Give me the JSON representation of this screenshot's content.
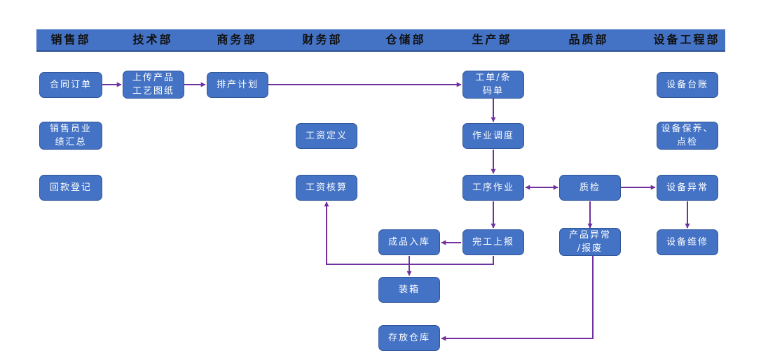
{
  "departments": {
    "sales": "销售部",
    "tech": "技术部",
    "business": "商务部",
    "finance": "财务部",
    "warehouse": "仓储部",
    "production": "生产部",
    "quality": "品质部",
    "equipment": "设备工程部"
  },
  "nodes": {
    "contract_order": "合同订单",
    "upload_drawings": "上传产品\n工艺图纸",
    "production_plan": "排产计划",
    "work_order": "工单/条\n码单",
    "sales_summary": "销售员业\n绩汇总",
    "payment_record": "回款登记",
    "wage_definition": "工资定义",
    "wage_calc": "工资核算",
    "dispatch": "作业调度",
    "process_work": "工序作业",
    "quality_check": "质检",
    "finish_report": "完工上报",
    "stock_in": "成品入库",
    "product_exception": "产品异常\n/报废",
    "packing": "装箱",
    "storage": "存放仓库",
    "equipment_ledger": "设备台账",
    "equipment_maintain": "设备保养、\n点检",
    "equipment_exception": "设备异常",
    "equipment_repair": "设备维修"
  },
  "colors": {
    "box_fill": "#4473c5",
    "box_border": "#2f5597",
    "header_fill": "#4473c5",
    "arrow": "#7030a0"
  }
}
